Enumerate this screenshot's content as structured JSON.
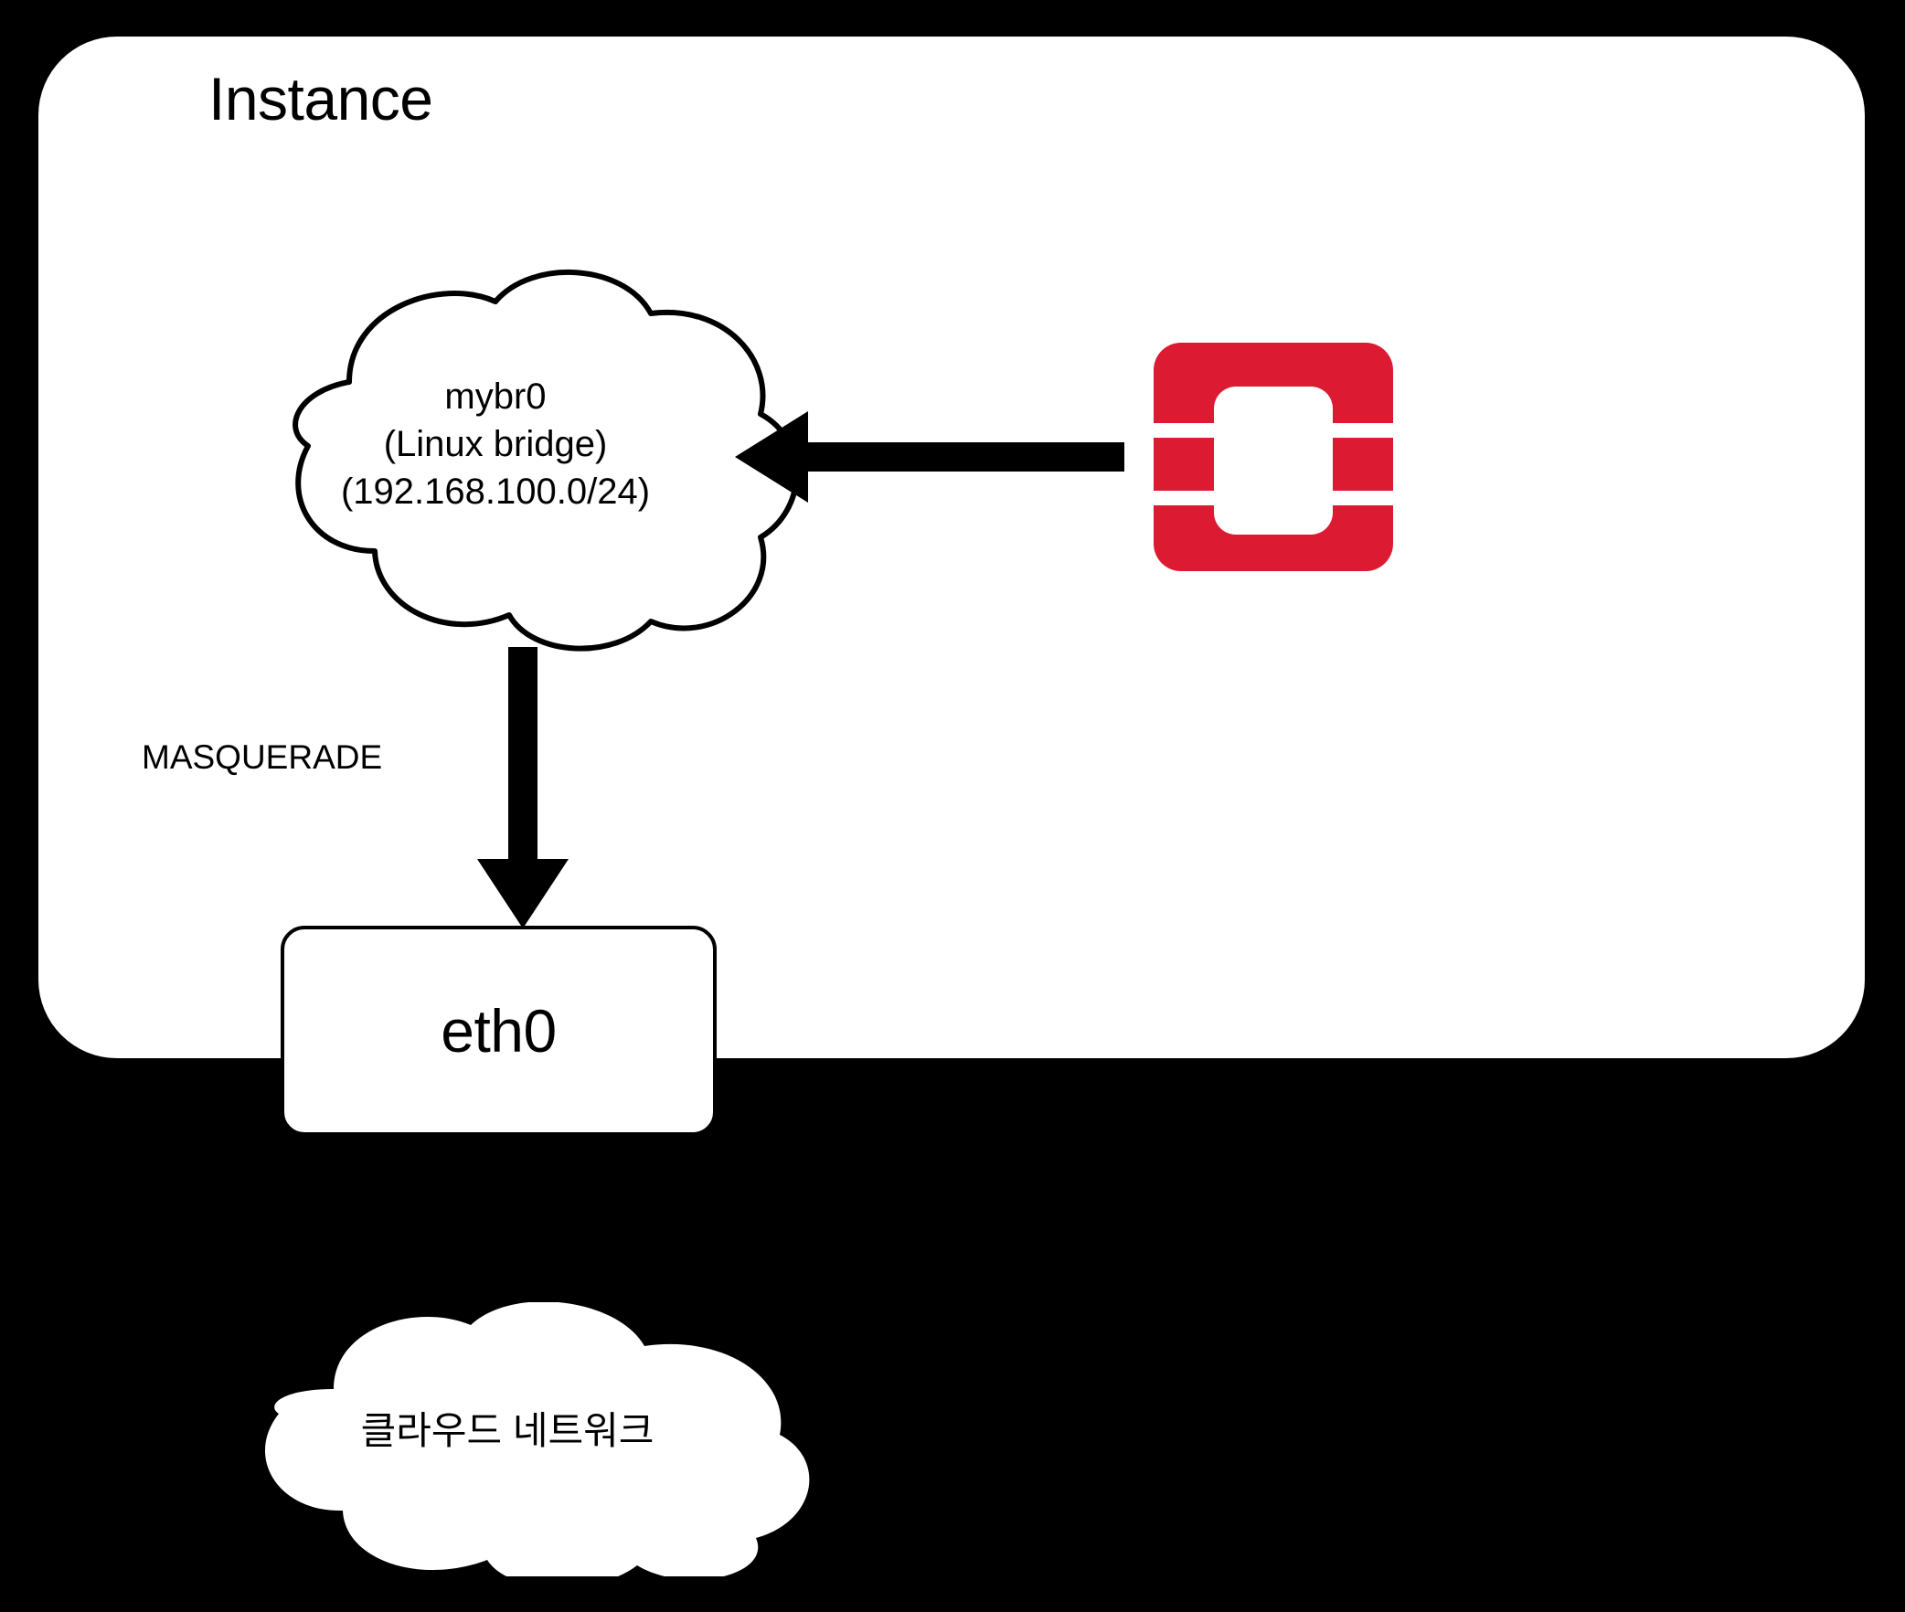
{
  "canvas": {
    "background_color": "#000000",
    "panel_color": "#ffffff",
    "stroke_color": "#000000",
    "accent_color": "#DC1A32"
  },
  "instance_panel": {
    "title": "Instance"
  },
  "bridge_cloud": {
    "name": "mybr0",
    "type": "(Linux bridge)",
    "cidr": "(192.168.100.0/24)"
  },
  "openstack_logo": {
    "label": "openstack-logo-icon",
    "color": "#DC1A32"
  },
  "arrows": {
    "logo_to_bridge": "arrow-left",
    "bridge_to_eth0": "arrow-down",
    "masquerade_label": "MASQUERADE"
  },
  "eth0_box": {
    "label": "eth0"
  },
  "cloud_network": {
    "label": "클라우드 네트워크"
  }
}
